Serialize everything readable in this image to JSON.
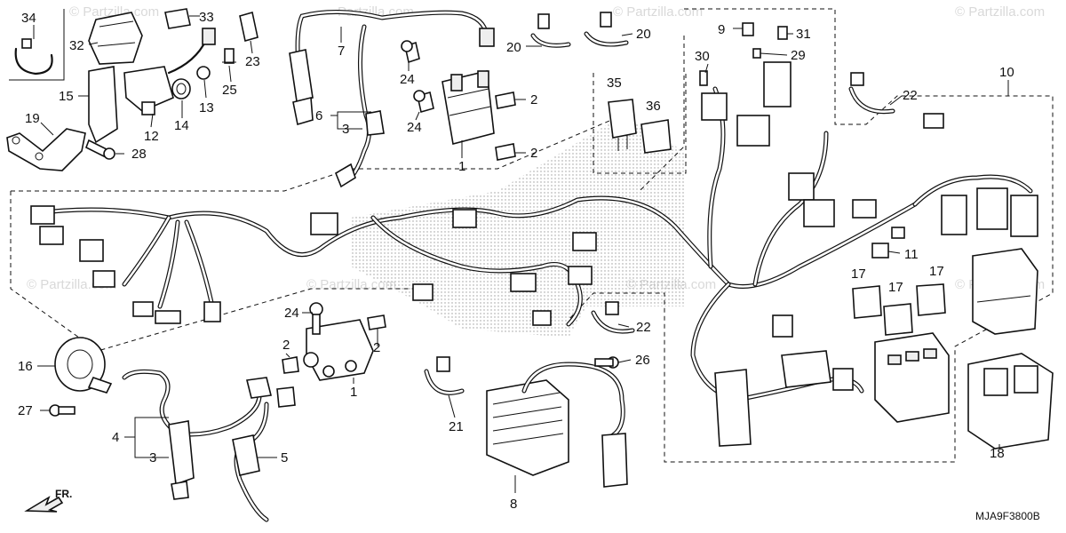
{
  "watermark": "© Partzilla.com",
  "watermark_domain": "Partzilla.com",
  "diagram_code": "MJA9F3800B",
  "front_label": "FR.",
  "callouts": {
    "c1a": "1",
    "c1b": "1",
    "c2a": "2",
    "c2b": "2",
    "c2c": "2",
    "c2d": "2",
    "c3a": "3",
    "c3b": "3",
    "c4": "4",
    "c5": "5",
    "c6": "6",
    "c7": "7",
    "c8": "8",
    "c9": "9",
    "c11": "11",
    "c12": "12",
    "c13": "13",
    "c14": "14",
    "c15": "15",
    "c16": "16",
    "c17a": "17",
    "c17b": "17",
    "c17c": "17",
    "c18": "18",
    "c19": "19",
    "c20a": "20",
    "c20b": "20",
    "c21": "21",
    "c22a": "22",
    "c22b": "22",
    "c23": "23",
    "c24a": "24",
    "c24b": "24",
    "c24c": "24",
    "c25": "25",
    "c26": "26",
    "c27": "27",
    "c28": "28",
    "c29": "29",
    "c30": "30",
    "c31": "31",
    "c32": "32",
    "c33": "33",
    "c34": "34",
    "c35": "35",
    "c36": "36",
    "c10": "10"
  },
  "colors": {
    "line": "#111111",
    "watermark": "#d9d9d9",
    "background": "#ffffff"
  }
}
